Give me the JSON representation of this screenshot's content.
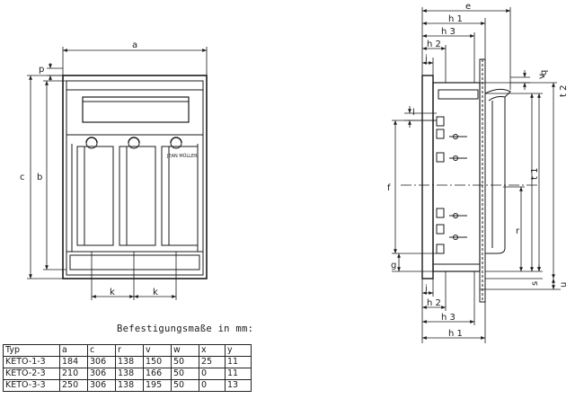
{
  "front_view": {
    "dims": {
      "a": "a",
      "p": "p",
      "c": "c",
      "b": "b",
      "k1": "k",
      "k2": "k"
    },
    "brand": "JEAN MÜLLER"
  },
  "side_view": {
    "top_dims": {
      "e": "e",
      "h1": "h 1",
      "h3": "h 3",
      "h2": "h 2",
      "i": "i"
    },
    "bottom_dims": {
      "i": "i",
      "h2": "h 2",
      "h3": "h 3",
      "h1": "h 1"
    },
    "left_dims": {
      "l": "l",
      "f": "f",
      "g": "g"
    },
    "right_dims": {
      "q": "q",
      "v": "v",
      "t2": "t 2",
      "t1": "t 1",
      "r": "r",
      "s": "s",
      "u": "u"
    }
  },
  "table": {
    "caption": "Befestigungsmaße in mm:",
    "headers": [
      "Typ",
      "a",
      "c",
      "r",
      "v",
      "w",
      "x",
      "y"
    ],
    "rows": [
      [
        "KETO-1-3",
        "184",
        "306",
        "138",
        "150",
        "50",
        "25",
        "11"
      ],
      [
        "KETO-2-3",
        "210",
        "306",
        "138",
        "166",
        "50",
        "0",
        "11"
      ],
      [
        "KETO-3-3",
        "250",
        "306",
        "138",
        "195",
        "50",
        "0",
        "13"
      ]
    ]
  }
}
